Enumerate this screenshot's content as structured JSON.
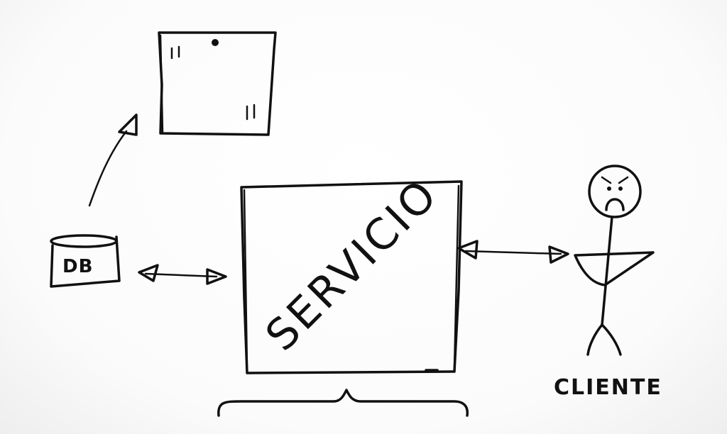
{
  "diagram": {
    "db": {
      "label": "DB"
    },
    "service": {
      "label": "SERVICIO"
    },
    "client": {
      "label": "CLIENTE"
    },
    "external_box": {
      "marks": [
        "∥",
        "∥"
      ]
    },
    "connections": [
      {
        "from": "db",
        "to": "service",
        "style": "double-arrow"
      },
      {
        "from": "service",
        "to": "client",
        "style": "double-arrow"
      },
      {
        "from": "db",
        "to": "external_box",
        "style": "arrow"
      }
    ]
  },
  "colors": {
    "ink": "#111111",
    "background": "#ffffff"
  }
}
